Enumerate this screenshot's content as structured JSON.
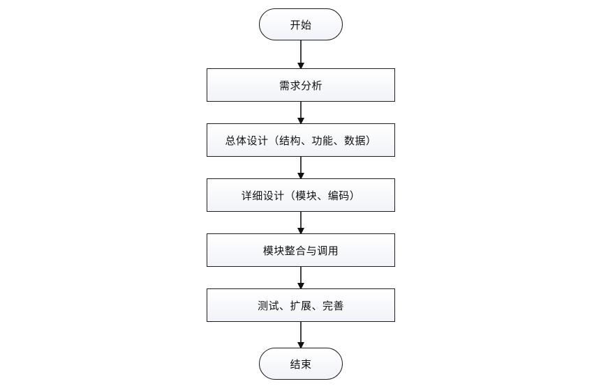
{
  "flowchart": {
    "start": "开始",
    "steps": [
      "需求分析",
      "总体设计（结构、功能、数据）",
      "详细设计（模块、编码）",
      "模块整合与调用",
      "测试、扩展、完善"
    ],
    "end": "结束"
  },
  "colors": {
    "border": "#1f1f1f",
    "fill_top": "#ffffff",
    "fill_bottom": "#f1f3f9",
    "arrow": "#111111"
  }
}
